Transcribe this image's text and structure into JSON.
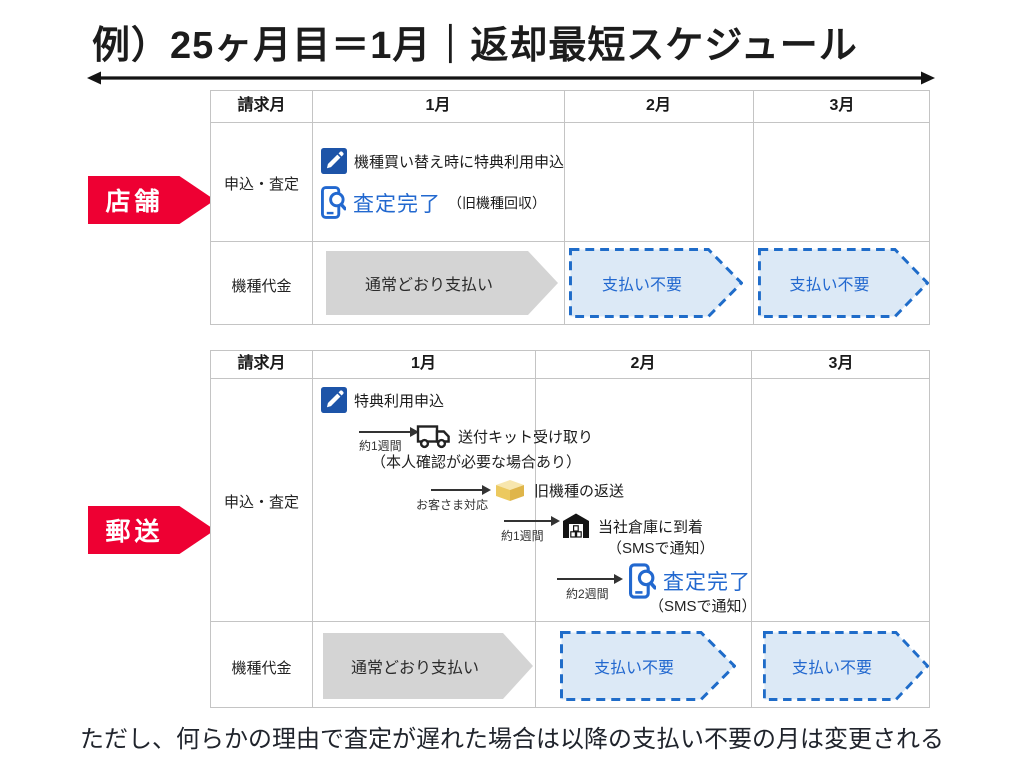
{
  "title": "例）25ヶ月目＝1月｜返却最短スケジュール",
  "footnote": "ただし、何らかの理由で査定が遅れた場合は以降の支払い不要の月は変更される",
  "colors": {
    "brand_red": "#ee0033",
    "icon_blue": "#1d54a8",
    "text_blue": "#2268cf",
    "dashed_border_blue": "#1f6cc9",
    "light_blue_fill": "#dce9f6",
    "gray_arrow": "#d4d4d4"
  },
  "store_table": {
    "side_label": "店舗",
    "columns": [
      "請求月",
      "1月",
      "2月",
      "3月"
    ],
    "row_apply": "申込・査定",
    "row_payment": "機種代金",
    "apply_step1": "機種買い替え時に特典利用申込",
    "assess_done": "査定完了",
    "assess_note": "（旧機種回収）",
    "pay_normal": "通常どおり支払い",
    "pay_skip_feb": "支払い不要",
    "pay_skip_mar": "支払い不要"
  },
  "mail_table": {
    "side_label": "郵送",
    "columns": [
      "請求月",
      "1月",
      "2月",
      "3月"
    ],
    "row_apply": "申込・査定",
    "row_payment": "機種代金",
    "step1": "特典利用申込",
    "step2_duration": "約1週間",
    "step2": "送付キット受け取り",
    "step2_note": "（本人確認が必要な場合あり）",
    "step3_duration": "お客さま対応",
    "step3": "旧機種の返送",
    "step4_duration": "約1週間",
    "step4": "当社倉庫に到着",
    "step4_note": "（SMSで通知）",
    "step5_duration": "約2週間",
    "step5": "査定完了",
    "step5_note": "（SMSで通知）",
    "pay_normal": "通常どおり支払い",
    "pay_skip_feb": "支払い不要",
    "pay_skip_mar": "支払い不要"
  }
}
